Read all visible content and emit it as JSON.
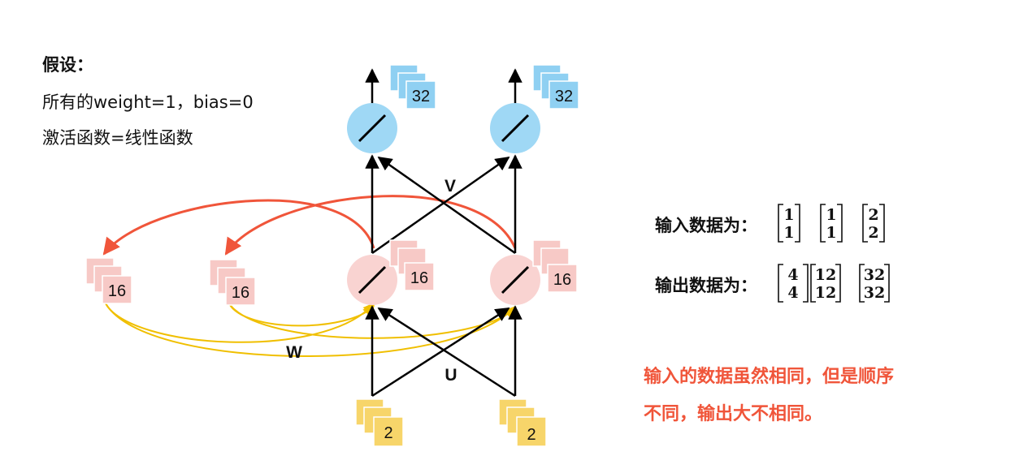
{
  "assumptions": {
    "title": "假设：",
    "line1": "所有的weight=1，bias=0",
    "line2": "激活函数=线性函数"
  },
  "io": {
    "input_label": "输入数据为：",
    "output_label": "输出数据为：",
    "input_vectors": [
      [
        "1",
        "1"
      ],
      [
        "1",
        "1"
      ],
      [
        "2",
        "2"
      ]
    ],
    "output_vectors": [
      [
        "4",
        "4"
      ],
      [
        "12",
        "12"
      ],
      [
        "32",
        "32"
      ]
    ]
  },
  "note": {
    "line1": "输入的数据虽然相同，但是顺序",
    "line2": "不同，输出大不相同。"
  },
  "diagram": {
    "weight_labels": {
      "v": "V",
      "w": "W",
      "u": "U"
    },
    "output_card_value": "32",
    "hidden_card_value": "16",
    "memory_card_value": "16",
    "input_card_value": "2"
  },
  "colors": {
    "output_node": "#9fd8f5",
    "hidden_node": "#f9d3d1",
    "output_card": "#8fd0f2",
    "hidden_card": "#f7c9c6",
    "input_card": "#f7d56a",
    "recurrent_arrow": "#f0553a",
    "memory_arrow": "#f0bf00",
    "note_text": "#f0553a"
  }
}
